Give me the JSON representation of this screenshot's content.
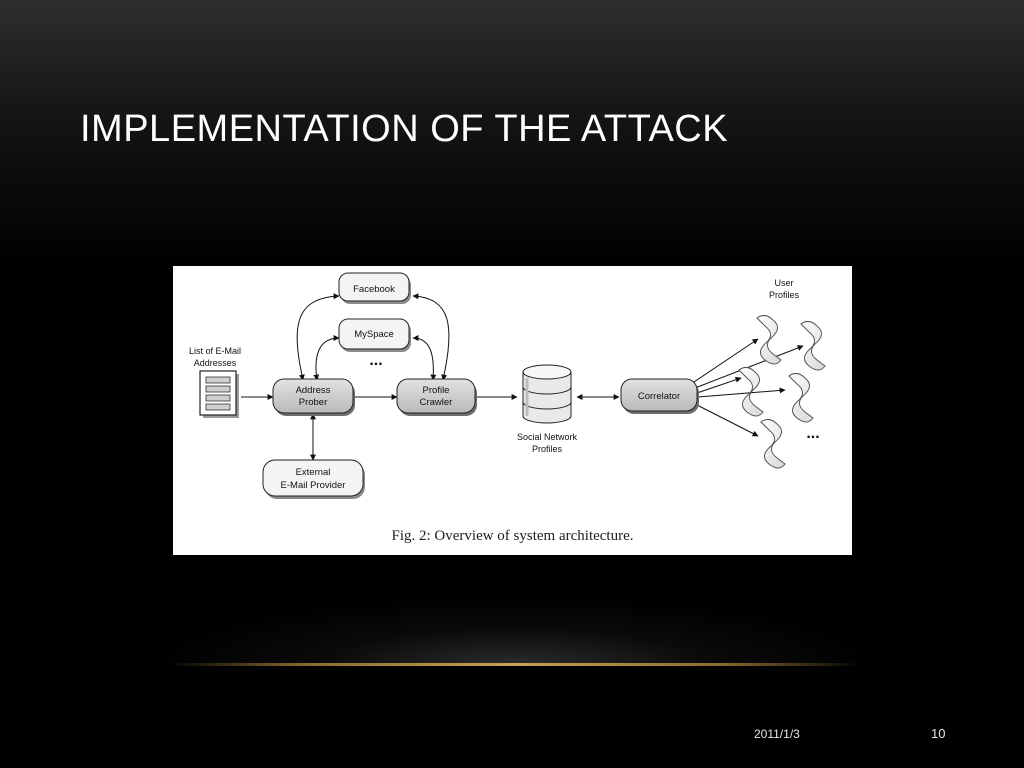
{
  "slide": {
    "title": "IMPLEMENTATION OF THE ATTACK",
    "date": "2011/1/3",
    "page_number": "10"
  },
  "figure": {
    "caption": "Fig. 2: Overview of system architecture.",
    "nodes": {
      "facebook": "Facebook",
      "myspace": "MySpace",
      "more_networks": "...",
      "email_list_line1": "List of E-Mail",
      "email_list_line2": "Addresses",
      "address_prober_line1": "Address",
      "address_prober_line2": "Prober",
      "profile_crawler_line1": "Profile",
      "profile_crawler_line2": "Crawler",
      "external_provider_line1": "External",
      "external_provider_line2": "E-Mail Provider",
      "social_db_line1": "Social Network",
      "social_db_line2": "Profiles",
      "correlator": "Correlator",
      "user_profiles_line1": "User",
      "user_profiles_line2": "Profiles",
      "more_profiles": "..."
    }
  },
  "colors": {
    "node_fill": "#c9c9c9",
    "node_stroke": "#222222",
    "accent_line": "#c9a25a"
  }
}
